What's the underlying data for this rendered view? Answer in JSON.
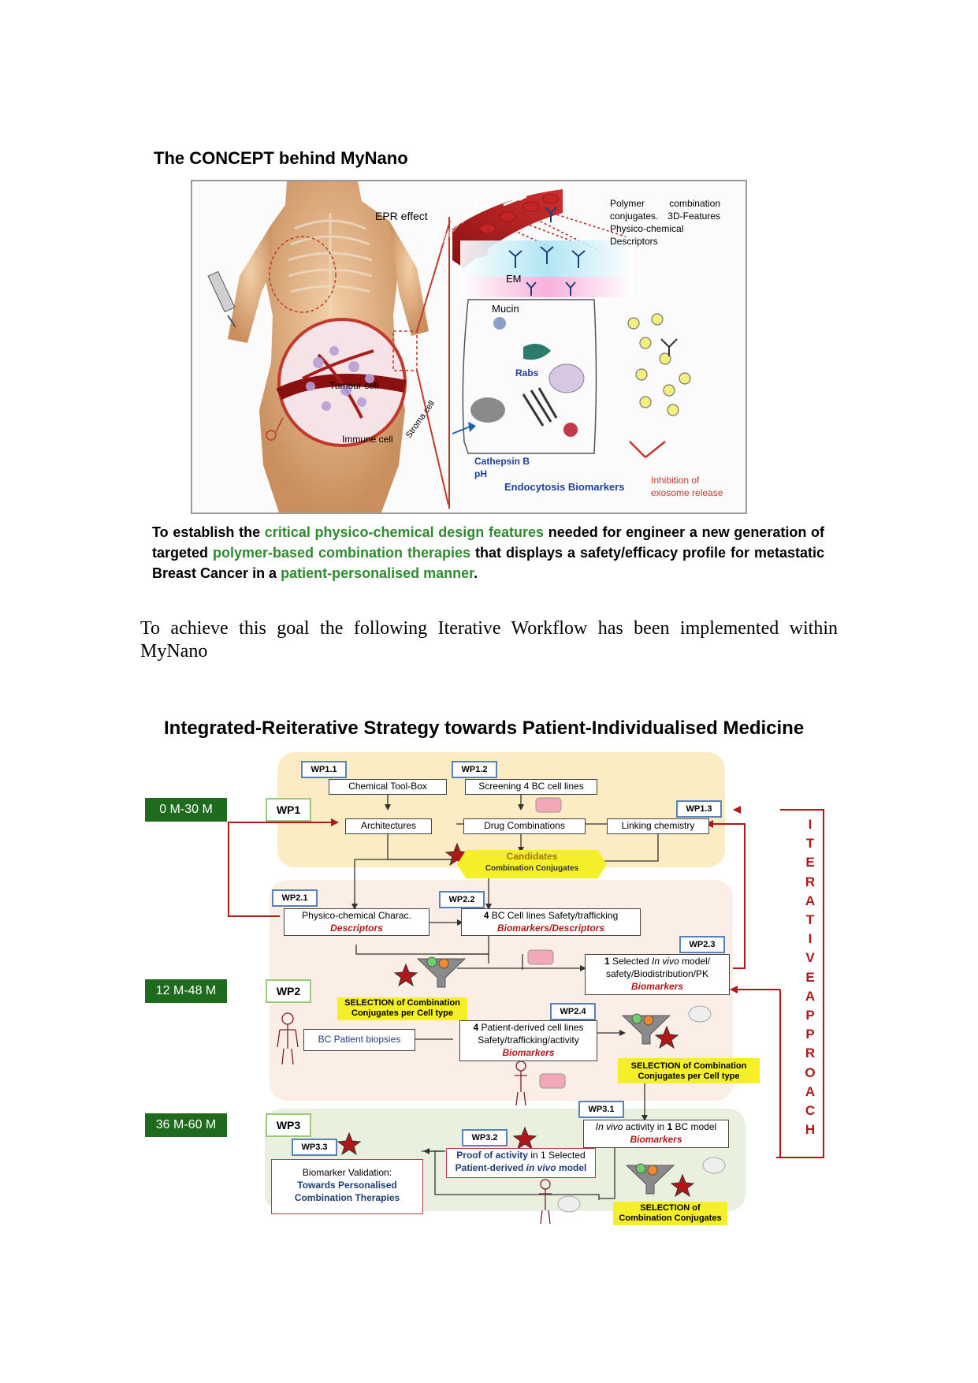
{
  "concept": {
    "title": "The CONCEPT behind MyNano",
    "labels": {
      "epr": "EPR effect",
      "flow": "Flow",
      "interstitial": "Interstitial pressure",
      "polymer": "Polymer combination conjugates. 3D-Features Physico-chemical Descriptors",
      "em": "EM",
      "mucin": "Mucin",
      "tumour": "Tumour cell",
      "immune": "Immune cell",
      "stroma": "Stroma cell",
      "rabs": "Rabs",
      "cathepsin": "Cathepsin B",
      "ph": "pH",
      "endocytosis": "Endocytosis Biomarkers",
      "inhibition1": "Inhibition of",
      "inhibition2": "exosome release"
    }
  },
  "goal": {
    "p1": "To establish the ",
    "g1": "critical physico-chemical design features",
    "p2": " needed for engineer a new generation of targeted ",
    "g2": "polymer-based combination therapies",
    "p3": " that displays a safety/efficacy profile for metastatic Breast Cancer in a ",
    "g3": "patient-personalised manner",
    "p4": "."
  },
  "workflow_intro": "To achieve this goal the following Iterative Workflow has been implemented within MyNano",
  "strategy": {
    "title": "Integrated-Reiterative Strategy towards Patient-Individualised Medicine",
    "times": [
      "0 M-30 M",
      "12 M-48 M",
      "36 M-60 M"
    ],
    "wps": [
      "WP1",
      "WP2",
      "WP3"
    ],
    "tags": {
      "wp11": "WP1.1",
      "wp12": "WP1.2",
      "wp13": "WP1.3",
      "wp21": "WP2.1",
      "wp22": "WP2.2",
      "wp23": "WP2.3",
      "wp24": "WP2.4",
      "wp31": "WP3.1",
      "wp32": "WP3.2",
      "wp33": "WP3.3"
    },
    "boxes": {
      "toolbox": "Chemical Tool-Box",
      "screening": "Screening 4 BC cell lines",
      "architectures": "Architectures",
      "drugcomb": "Drug  Combinations",
      "linking": "Linking chemistry",
      "candidates": "Candidates",
      "candidates_sub": "Combination Conjugates",
      "physchem": "Physico-chemical Charac.",
      "physchem_sub": "Descriptors",
      "safety_a": "4",
      "safety_b": " BC Cell lines Safety/trafficking",
      "safety_sub": "Biomarkers/Descriptors",
      "invivo_a": "1",
      "invivo_b": " Selected ",
      "invivo_c": "In vivo",
      "invivo_d": " model/",
      "invivo_e": "safety/Biodistribution/PK",
      "invivo_sub": "Biomarkers",
      "sel1": "SELECTION of Combination Conjugates per Cell type",
      "biopsies": "BC Patient biopsies",
      "patient_a": "4",
      "patient_b": " Patient-derived cell lines",
      "patient_c": "Safety/trafficking/activity",
      "patient_sub": "Biomarkers",
      "sel2": "SELECTION of Combination Conjugates per Cell type",
      "wp31_a": "In vivo",
      "wp31_b": " activity in ",
      "wp31_c": "1",
      "wp31_d": " BC model",
      "wp31_sub": "Biomarkers",
      "proof_a": "Proof of activity",
      "proof_b": " in 1 Selected",
      "proof_c": "Patient-derived ",
      "proof_d": "in vivo",
      "proof_e": " model",
      "biomarker": "Biomarker Validation:",
      "biomarker_b1": "Towards Personalised",
      "biomarker_b2": "Combination Therapies",
      "sel3a": "SELECTION of",
      "sel3b": "Combination Conjugates"
    },
    "iterative": [
      "I",
      "T",
      "E",
      "R",
      "A",
      "T",
      "I",
      "V",
      "E",
      "A",
      "P",
      "P",
      "R",
      "O",
      "A",
      "C",
      "H"
    ]
  }
}
